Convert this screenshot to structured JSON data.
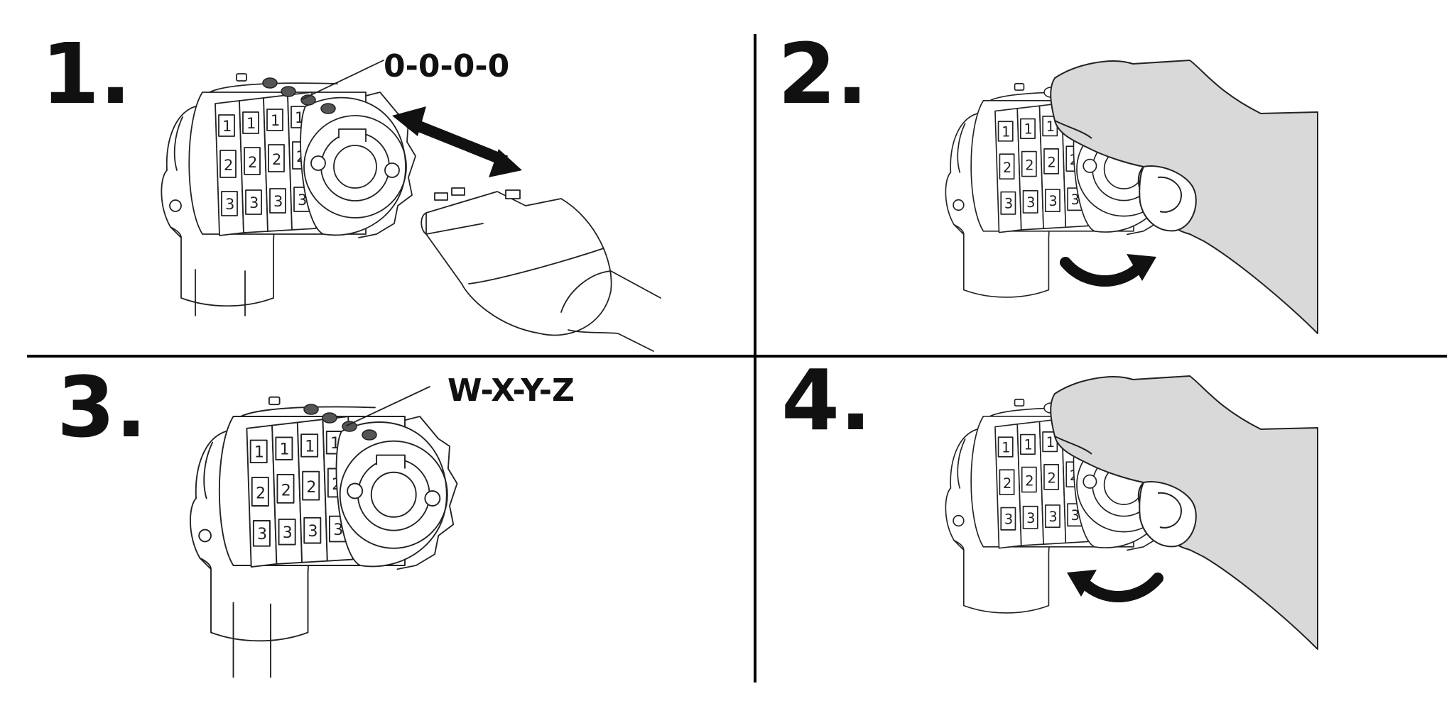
{
  "steps": [
    {
      "number": "1.",
      "code": "0-0-0-0"
    },
    {
      "number": "2.",
      "code": ""
    },
    {
      "number": "3.",
      "code": "W-X-Y-Z"
    },
    {
      "number": "4.",
      "code": ""
    }
  ],
  "colors": {
    "ink": "#111111",
    "skin": "#d9d9d9",
    "divider": "#000000"
  },
  "icons": [
    "combination-lock-icon",
    "cable-plug-icon",
    "double-arrow-icon",
    "hand-icon",
    "rotate-arrow-icon"
  ]
}
